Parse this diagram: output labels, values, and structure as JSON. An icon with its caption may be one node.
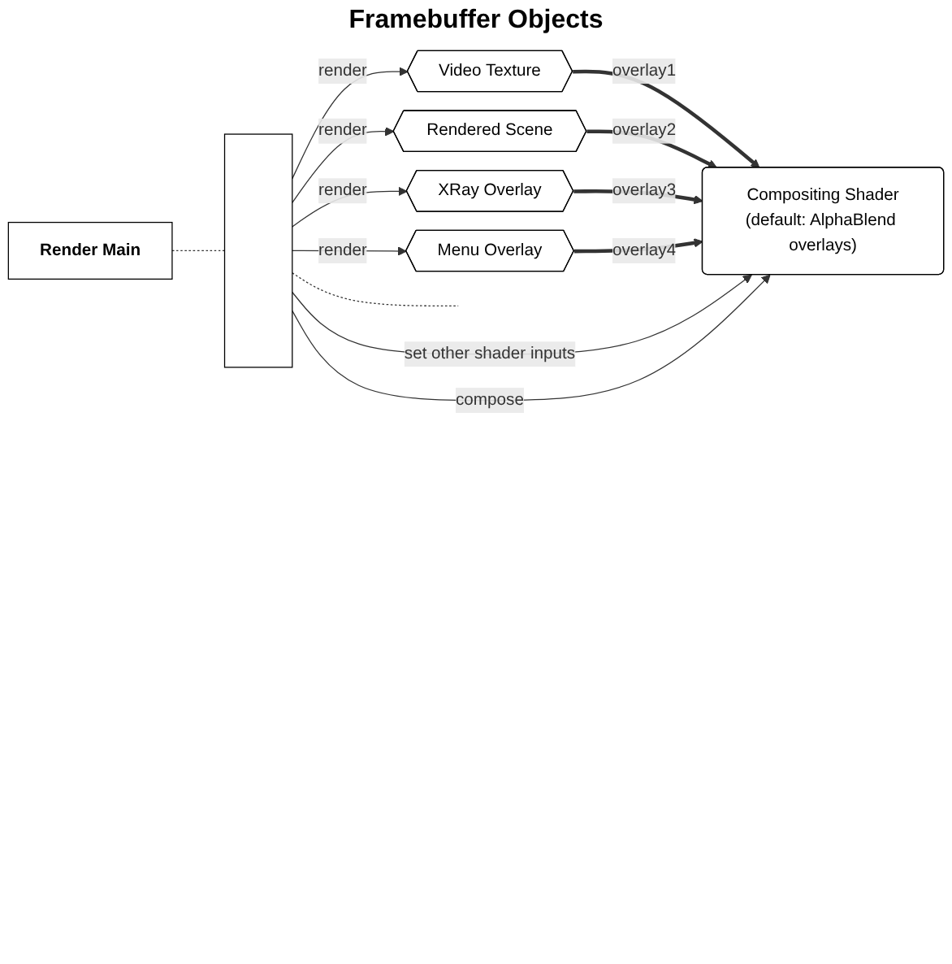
{
  "diagram": {
    "nodes": [
      {
        "text": [
          "Render Main"
        ]
      },
      {
        "text": [],
        "shape": "bar"
      },
      {
        "text": [
          "Video Texture"
        ]
      },
      {
        "text": [
          "Rendered Scene"
        ]
      },
      {
        "text": [
          "XRay Overlay"
        ]
      },
      {
        "text": [
          "Menu Overlay"
        ]
      },
      {
        "text": [
          "Compositing Shader",
          "(default: AlphaBlend overlays)"
        ]
      }
    ],
    "edges": [
      {
        "from": 0,
        "to": 1,
        "arrow": "none",
        "style": "dashed"
      },
      {
        "from": 1,
        "to": null,
        "arrow": "none",
        "style": "dashed"
      },
      {
        "from": 1,
        "to": 2,
        "arrow": "to",
        "label": "render"
      },
      {
        "from": 1,
        "to": 3,
        "arrow": "to",
        "label": "render"
      },
      {
        "from": 1,
        "to": 4,
        "arrow": "to",
        "label": "render"
      },
      {
        "from": 1,
        "to": 5,
        "arrow": "to",
        "label": "render"
      },
      {
        "from": 2,
        "to": 6,
        "arrow": "to",
        "label": "overlay1",
        "style": "thick"
      },
      {
        "from": 3,
        "to": 6,
        "arrow": "to",
        "label": "overlay2",
        "style": "thick"
      },
      {
        "from": 4,
        "to": 6,
        "arrow": "to",
        "label": "overlay3",
        "style": "thick"
      },
      {
        "from": 5,
        "to": 6,
        "arrow": "to",
        "label": "overlay4",
        "style": "thick"
      },
      {
        "from": 1,
        "to": 6,
        "arrow": "to",
        "label": "set other shader inputs"
      },
      {
        "from": 1,
        "to": 6,
        "arrow": "to",
        "label": "compose"
      }
    ],
    "labels": [
      "Framebuffer Objects"
    ]
  }
}
